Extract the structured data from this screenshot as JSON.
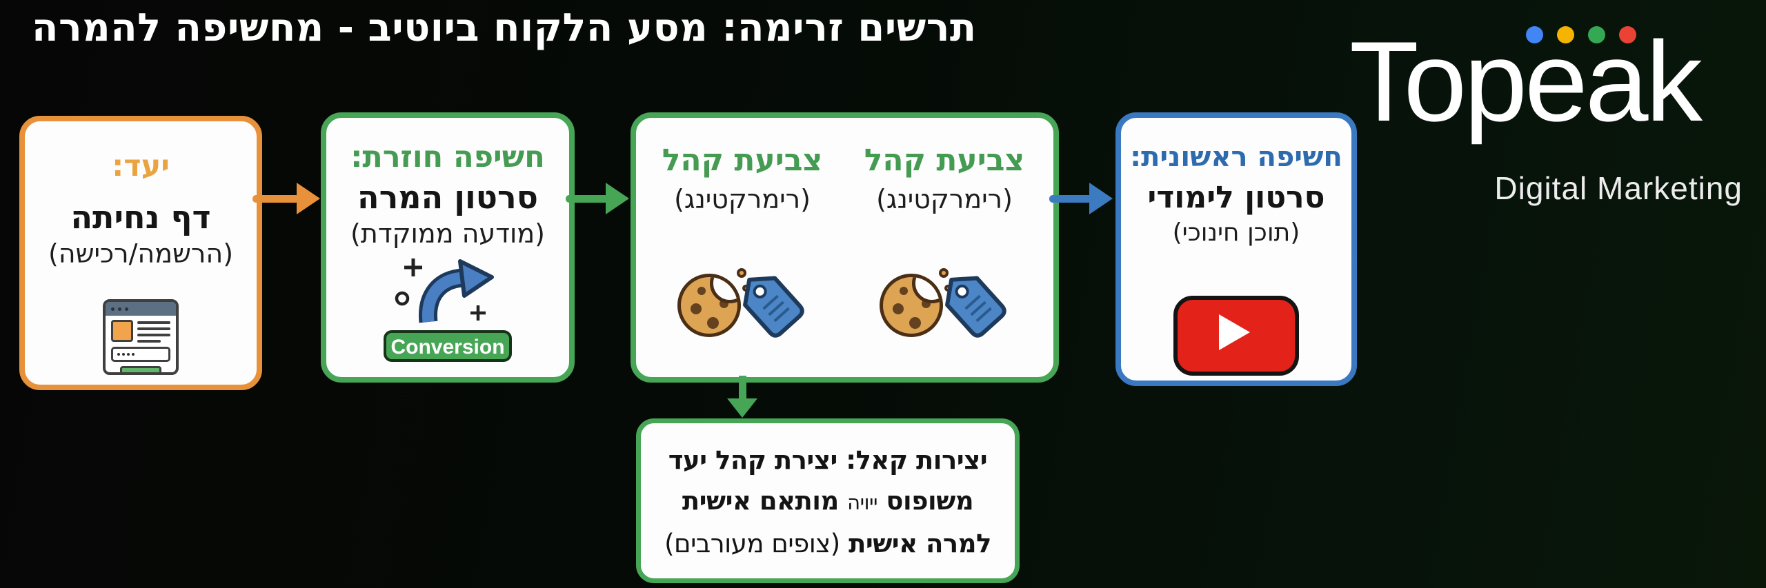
{
  "title": "תרשים זרימה: מסע הלקוח ביוטיב - מחשיפה להמרה",
  "logo": {
    "brand": "Topeak",
    "tagline": "Digital Marketing",
    "dots": [
      "#4285F4",
      "#F4B400",
      "#34A853",
      "#EA4335"
    ]
  },
  "accents": {
    "orange": "#E8913B",
    "green": "#47A656",
    "blue": "#3B78C2",
    "youtube_red": "#E3231A"
  },
  "flow": {
    "goal": {
      "header": "יעד:",
      "main": "דף נחיתה",
      "sub": "(הרשמה/רכישה)",
      "icon": "landing-page-icon"
    },
    "repeat_exposure": {
      "header": "חשיפה חוזרת:",
      "main": "סרטון המרה",
      "sub": "(מודעה ממוקדת)",
      "badge": "Conversion",
      "icon": "conversion-arrow-icon"
    },
    "audience_tagging": {
      "right": {
        "header": "צביעת קהל",
        "sub": "(רימרקטינג)",
        "icons": "cookie-icon, price-tag-icon"
      },
      "left": {
        "header": "צביעת קהל",
        "sub": "(רימרקטינג)",
        "icons": "cookie-icon, price-tag-icon"
      }
    },
    "initial_exposure": {
      "header": "חשיפה ראשונית:",
      "main": "סרטון לימודי",
      "sub": "(תוכן חינוכי)",
      "icon": "youtube-play-icon"
    },
    "note": {
      "line1": "יצירות קאל: יצירת קהל יעד",
      "line2_a": "משופוס",
      "line2_b": "ייויה",
      "line2_c": "מותאם אישית",
      "line3_a": "למרה אישית",
      "line3_b": "(צופים מעורבים)"
    }
  }
}
